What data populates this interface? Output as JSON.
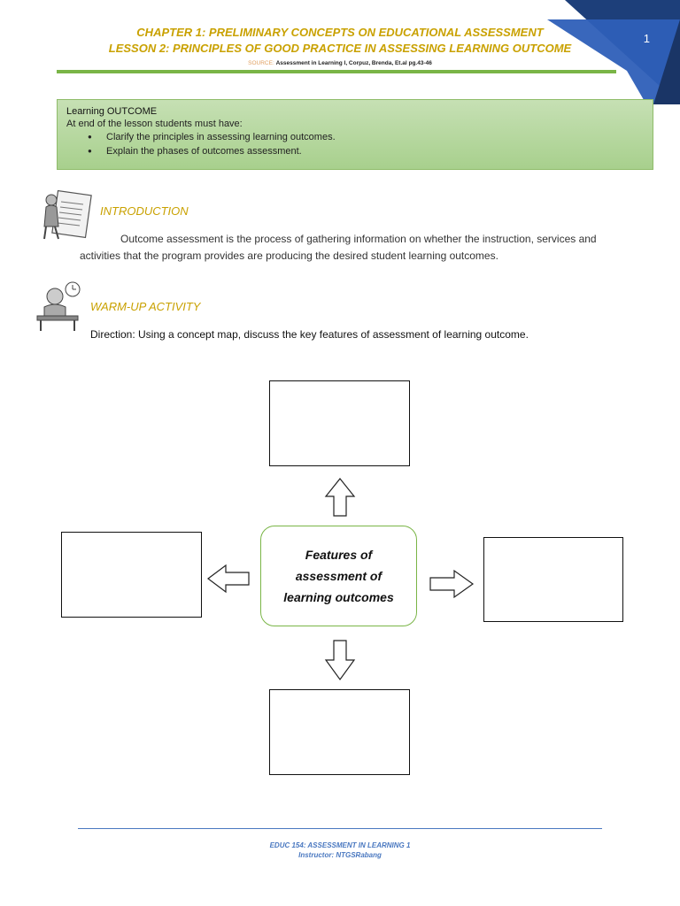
{
  "header": {
    "chapter": "CHAPTER 1: PRELIMINARY CONCEPTS ON EDUCATIONAL ASSESSMENT",
    "lesson": "LESSON 2: PRINCIPLES OF GOOD PRACTICE IN ASSESSING LEARNING OUTCOME",
    "source_label": "SOURCE: ",
    "source_text": "Assessment in Learning I, Corpuz, Brenda, Et.al pg.43-46",
    "page_number": "1"
  },
  "outcome": {
    "title": "Learning OUTCOME",
    "intro": "At end of the lesson students must have:",
    "items": [
      "Clarify the principles in assessing learning outcomes.",
      "Explain the phases of outcomes assessment."
    ]
  },
  "introduction": {
    "title": "INTRODUCTION",
    "text": "Outcome assessment is the process of gathering information on whether the instruction, services and activities that the program provides are producing the desired student learning outcomes."
  },
  "warmup": {
    "title": "WARM-UP ACTIVITY",
    "direction": "Direction:  Using a concept map, discuss the key features of assessment of learning outcome."
  },
  "concept_map": {
    "center_lines": [
      "Features of",
      "assessment of",
      "learning outcomes"
    ]
  },
  "footer": {
    "course": "EDUC 154: ASSESSMENT IN LEARNING 1",
    "instructor": "Instructor: NTGSRabang"
  },
  "colors": {
    "accent_gold": "#c9a100",
    "accent_green": "#7ab547",
    "corner_blue": "#2e5fb8",
    "footer_blue": "#4a78c0"
  }
}
